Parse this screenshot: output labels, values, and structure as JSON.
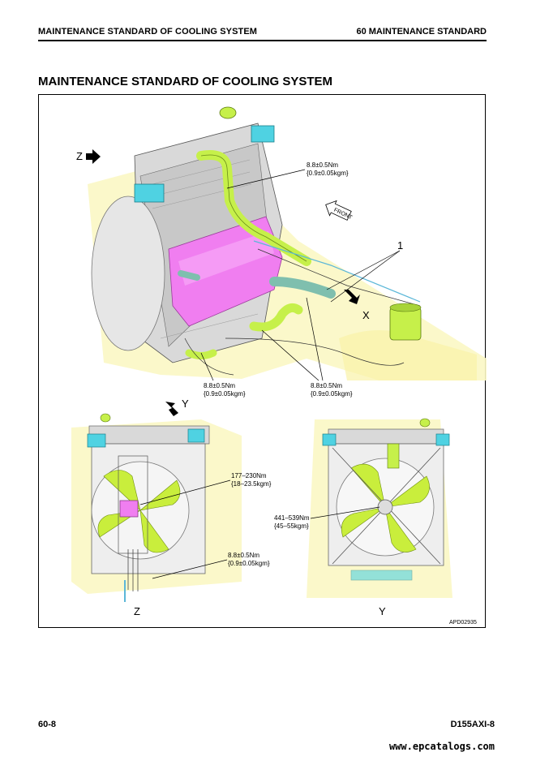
{
  "header": {
    "left": "MAINTENANCE STANDARD OF COOLING SYSTEM",
    "right": "60 MAINTENANCE STANDARD"
  },
  "title": "MAINTENANCE STANDARD OF COOLING SYSTEM",
  "figure": {
    "top_view": {
      "view_arrow_z": "Z",
      "view_arrow_x": "X",
      "part_number": "1",
      "front_mark": "FRONT",
      "torque_upper": [
        "8.8±0.5Nm",
        "{0.9±0.05kgm}"
      ],
      "torque_lower_left": [
        "8.8±0.5Nm",
        "{0.9±0.05kgm}"
      ],
      "torque_lower_right": [
        "8.8±0.5Nm",
        "{0.9±0.05kgm}"
      ]
    },
    "view_z": {
      "caption": "Z",
      "view_arrow_y": "Y",
      "torque_fan_mount": [
        "177–230Nm",
        "{18–23.5kgm}"
      ],
      "torque_clamp": [
        "8.8±0.5Nm",
        "{0.9±0.05kgm}"
      ]
    },
    "view_y": {
      "caption": "Y",
      "torque_hub": [
        "441–539Nm",
        "{45–55kgm}"
      ]
    },
    "drawing_code": "APD02935",
    "colors": {
      "hose_green": "#c6f04a",
      "cooler_magenta": "#f07ef0",
      "cap_cyan": "#4fd2e2",
      "chassis_yellow": "#fbf7c4",
      "fan_green": "#c9ee3c"
    }
  },
  "footer": {
    "page": "60-8",
    "model": "D155AXI-8",
    "website": "www.epcatalogs.com"
  }
}
